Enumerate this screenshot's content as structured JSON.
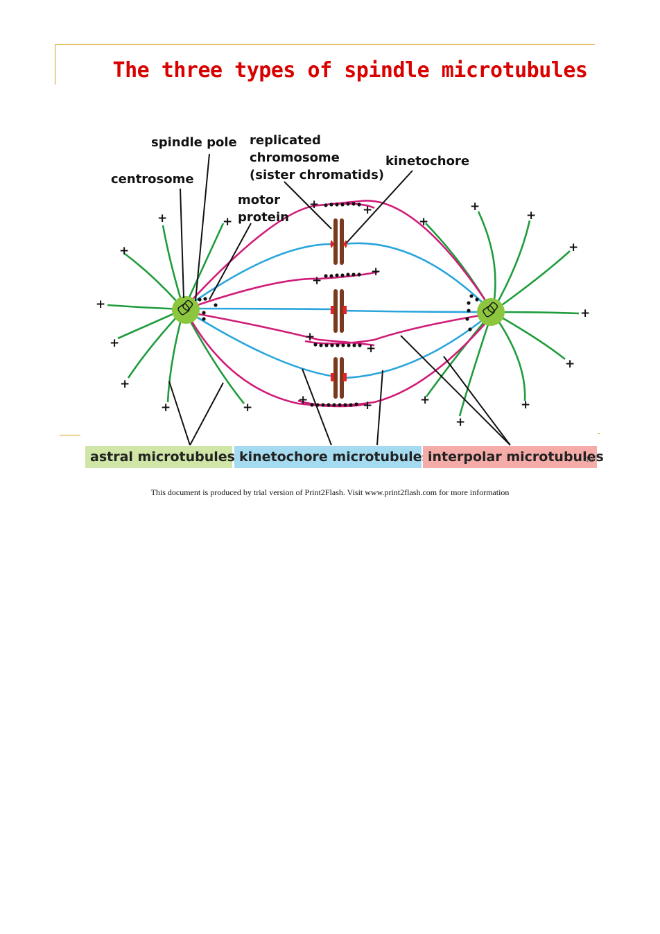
{
  "title": "The three types of spindle microtubules",
  "labels": {
    "spindle_pole": "spindle pole",
    "replicated_1": "replicated",
    "replicated_2": "chromosome",
    "replicated_3": "(sister chromatids)",
    "kinetochore": "kinetochore",
    "centrosome": "centrosome",
    "motor_1": "motor",
    "motor_2": "protein"
  },
  "plus_sign": "+",
  "legend": {
    "astral": "astral microtubules",
    "kinetochore": "kinetochore microtubules",
    "interpolar": "interpolar microtubules"
  },
  "slide_number": "12",
  "footer": "This document is produced by trial version of Print2Flash. Visit www.print2flash.com for more information",
  "colors": {
    "astral": "#1e9c3c",
    "kinetochore": "#2aa5dc",
    "interpolar": "#d01c78",
    "centrosome": "#8cc63f",
    "chromatid": "#7a3a1e",
    "kinetochore_mark": "#e52222",
    "title": "#d90000"
  }
}
